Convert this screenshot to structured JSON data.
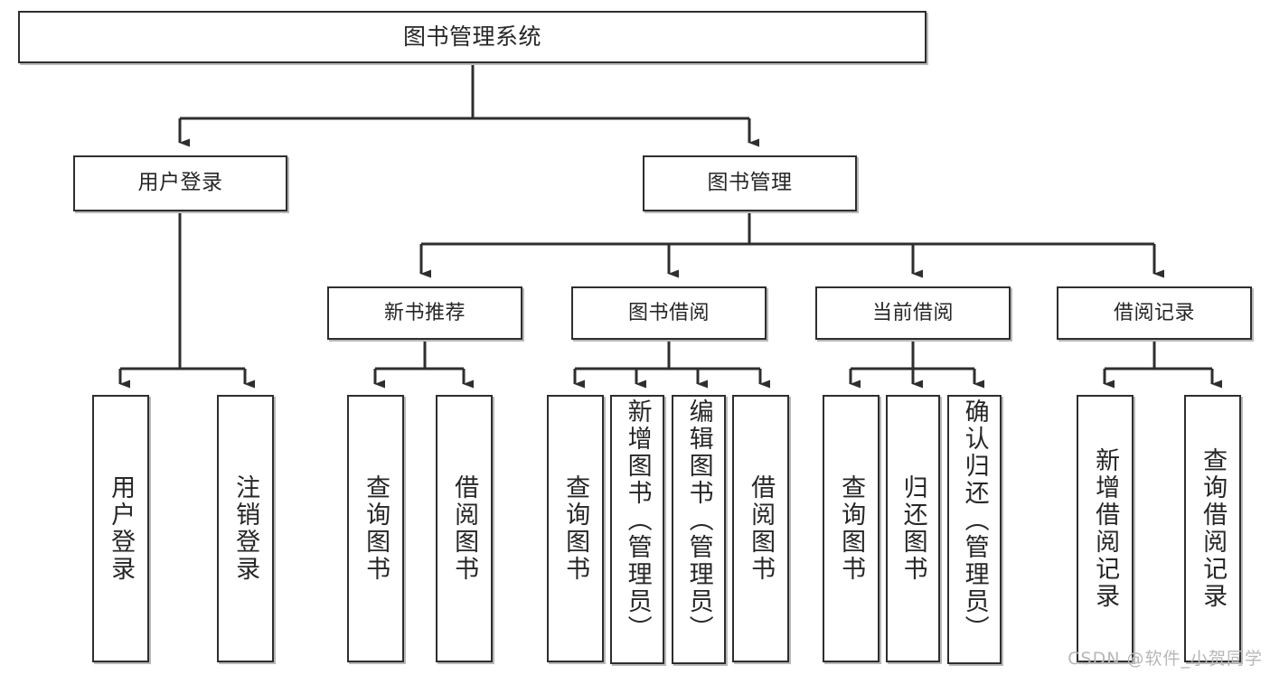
{
  "diagram": {
    "title": "图书管理系统",
    "type": "hierarchy-tree",
    "root": {
      "label": "图书管理系统"
    },
    "level2": [
      {
        "label": "用户登录"
      },
      {
        "label": "图书管理"
      }
    ],
    "level3": [
      {
        "label": "新书推荐"
      },
      {
        "label": "图书借阅"
      },
      {
        "label": "当前借阅"
      },
      {
        "label": "借阅记录"
      }
    ],
    "leaves": [
      {
        "label": "用户登录",
        "parent": "用户登录"
      },
      {
        "label": "注销登录",
        "parent": "用户登录"
      },
      {
        "label": "查询图书",
        "parent": "新书推荐"
      },
      {
        "label": "借阅图书",
        "parent": "新书推荐"
      },
      {
        "label": "查询图书",
        "parent": "图书借阅"
      },
      {
        "label": "新增图书（管理员）",
        "parent": "图书借阅"
      },
      {
        "label": "编辑图书（管理员）",
        "parent": "图书借阅"
      },
      {
        "label": "借阅图书",
        "parent": "图书借阅"
      },
      {
        "label": "查询图书",
        "parent": "当前借阅"
      },
      {
        "label": "归还图书",
        "parent": "当前借阅"
      },
      {
        "label": "确认归还（管理员）",
        "parent": "当前借阅"
      },
      {
        "label": "新增借阅记录",
        "parent": "借阅记录"
      },
      {
        "label": "查询借阅记录",
        "parent": "借阅记录"
      }
    ]
  },
  "watermark": {
    "text": "CSDN @软件_小贺同学"
  },
  "colors": {
    "box_border": "#2e2e2e",
    "box_fill": "#ffffff",
    "box_shadow": "#b9b9b9",
    "text": "#262626",
    "connector": "#2e2e2e",
    "watermark": "#b7b7b7"
  }
}
